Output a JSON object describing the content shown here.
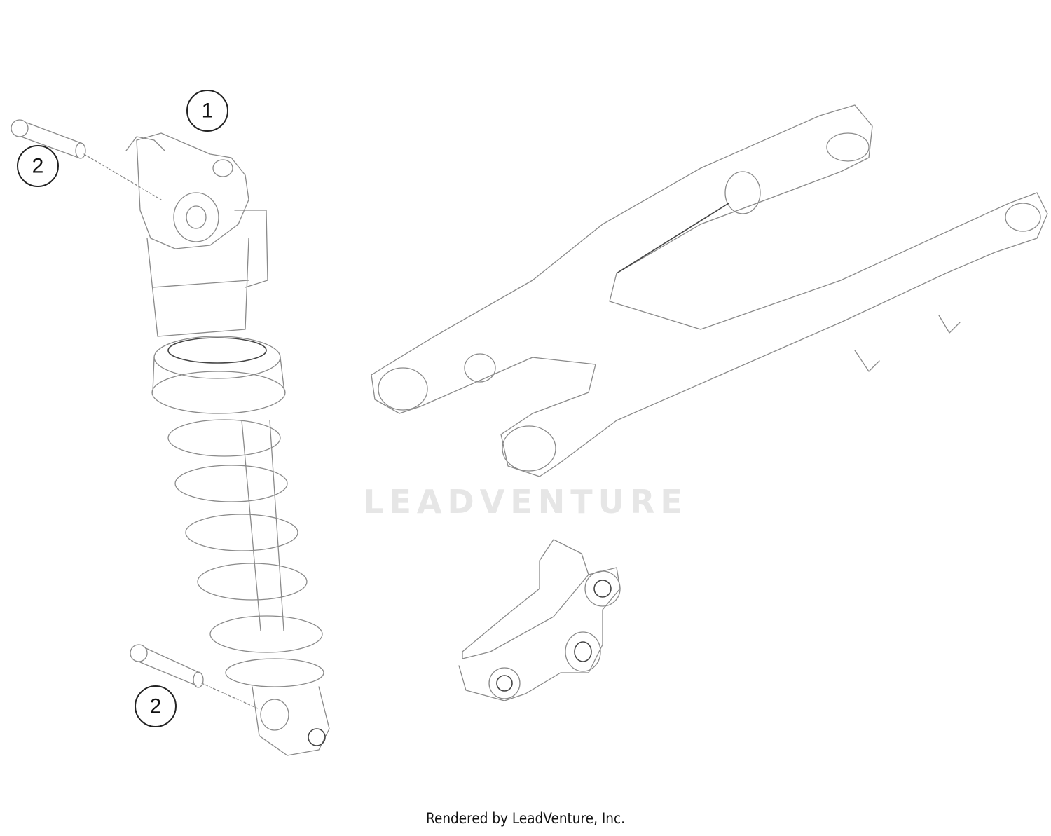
{
  "diagram": {
    "callouts": [
      {
        "label": "1",
        "part": "shock-absorber"
      },
      {
        "label": "2",
        "part": "upper-bolt"
      },
      {
        "label": "2",
        "part": "lower-bolt"
      }
    ],
    "watermark": "LEADVENTURE",
    "footer": "Rendered by LeadVenture, Inc.",
    "line_color": "#8a8a8a",
    "watermark_color": "#e6e6e6"
  }
}
